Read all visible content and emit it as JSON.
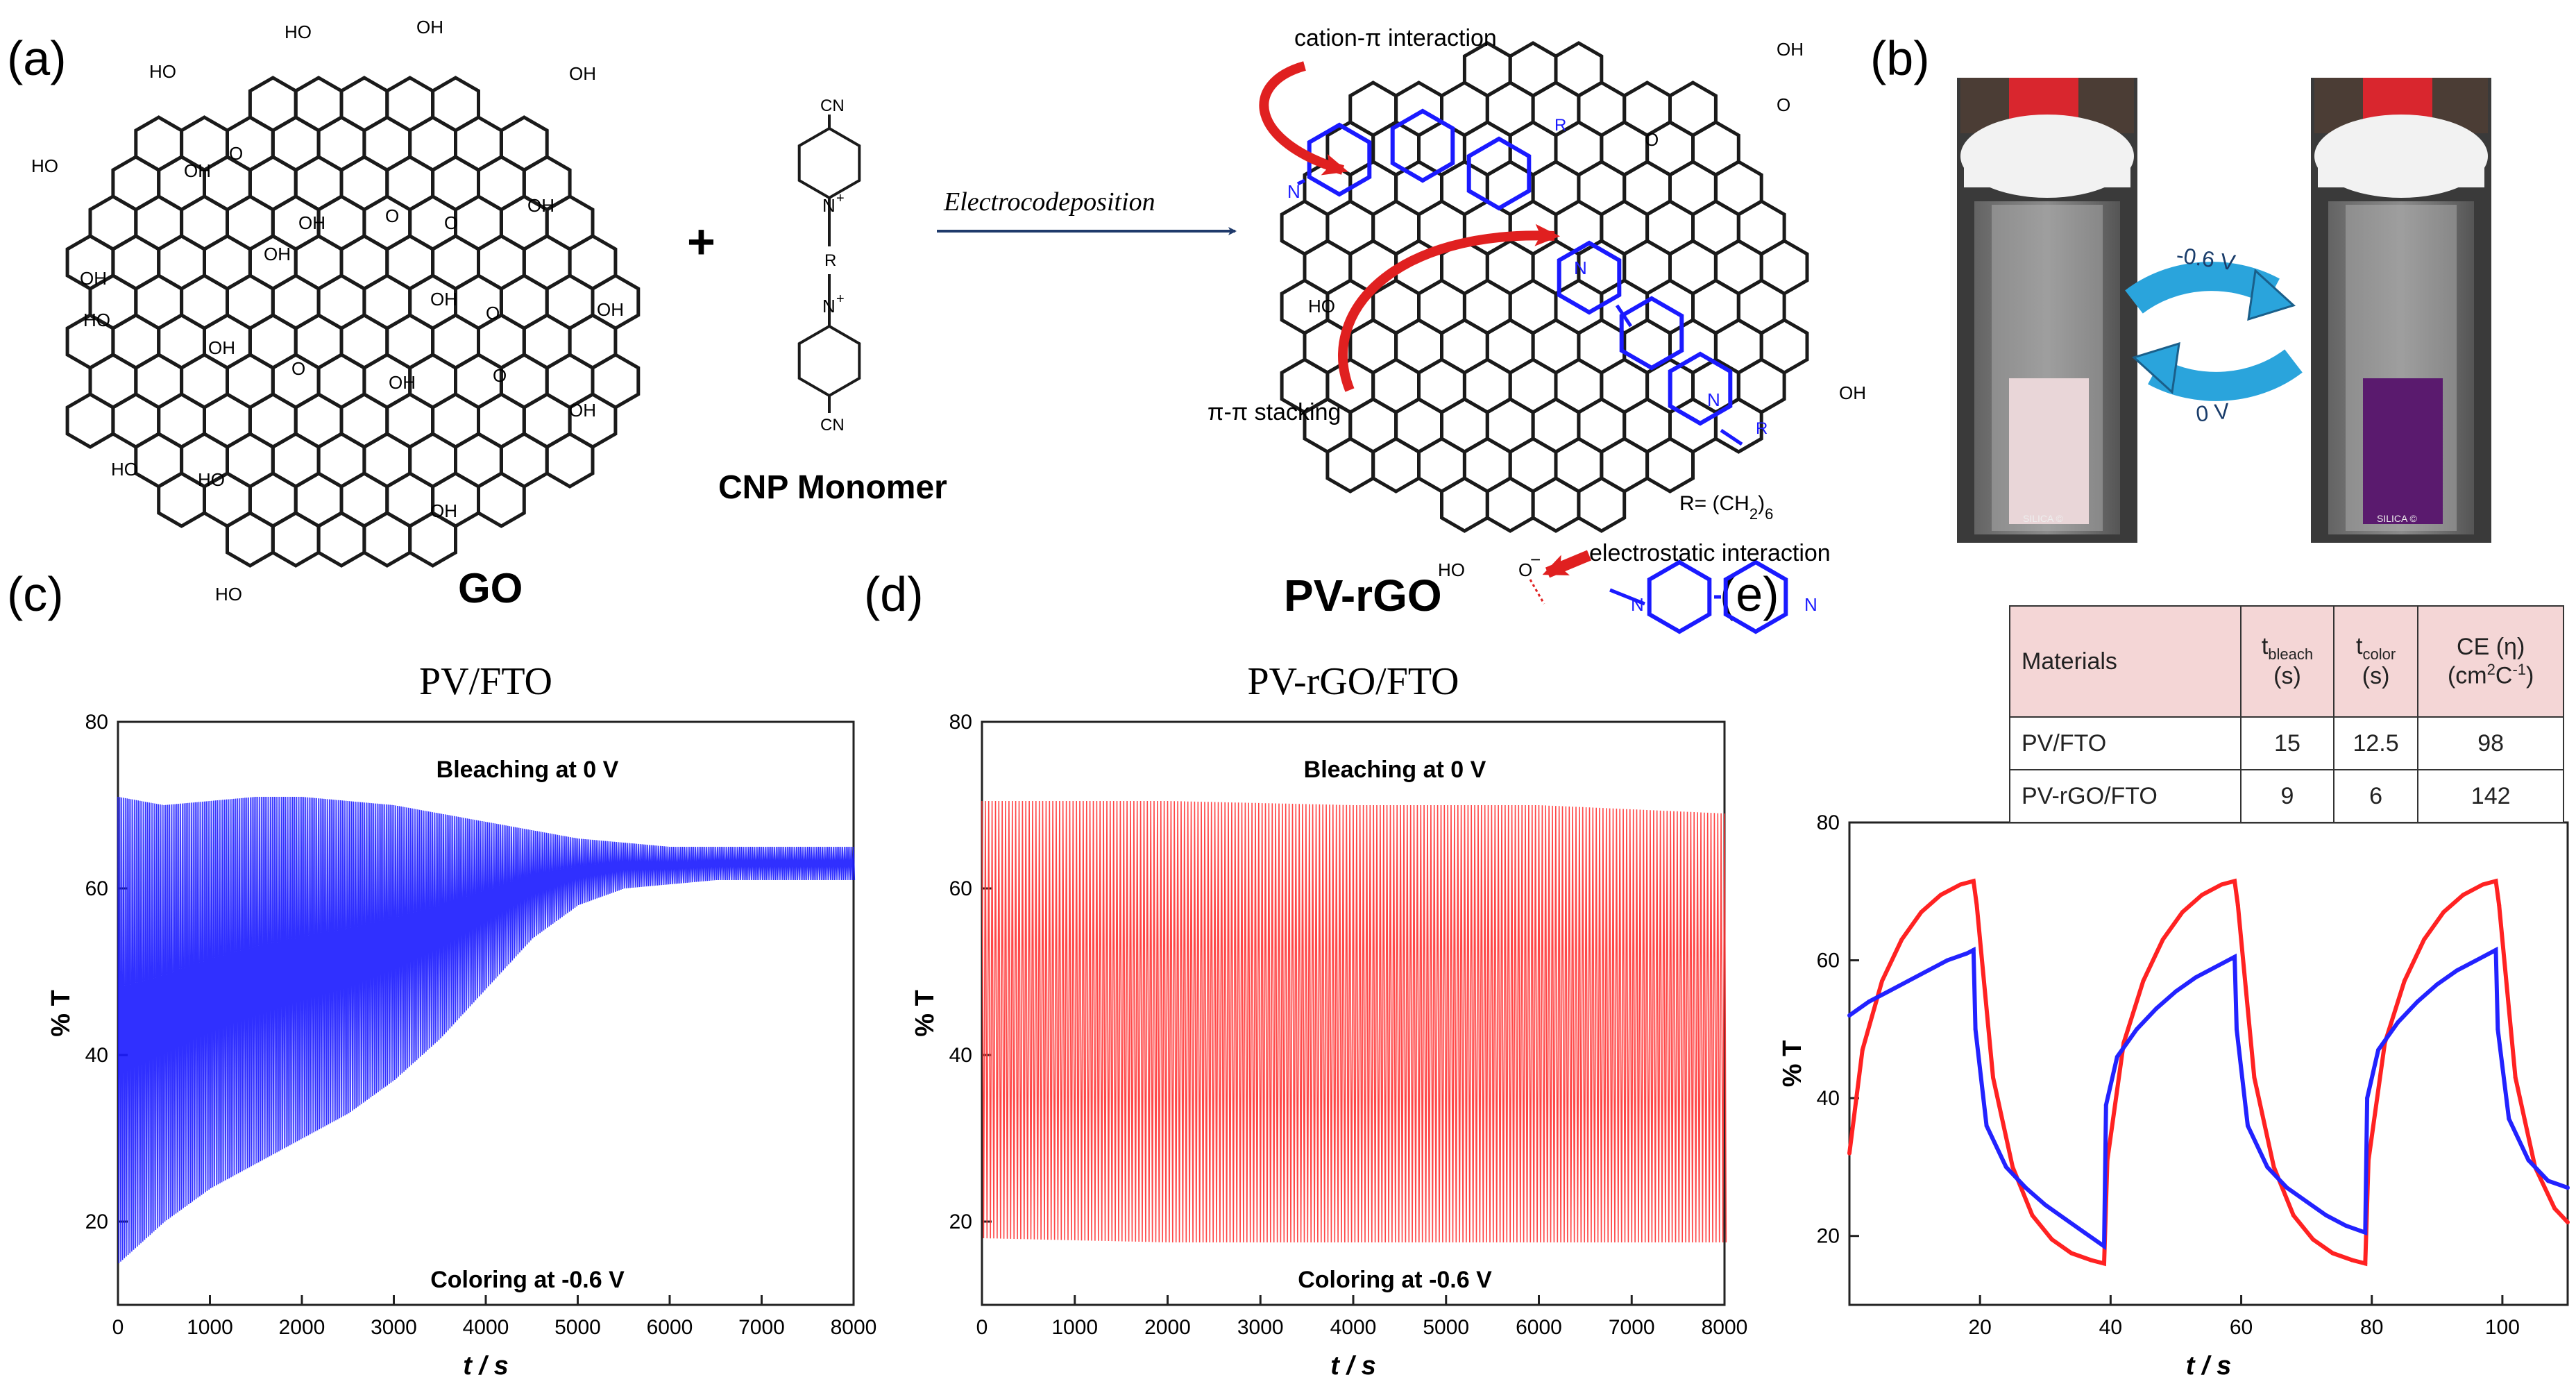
{
  "panels": {
    "a": "(a)",
    "b": "(b)",
    "c": "(c)",
    "d": "(d)",
    "e": "(e)"
  },
  "scheme": {
    "go_label": "GO",
    "monomer_label": "CNP Monomer",
    "product_label": "PV-rGO",
    "plus": "+",
    "arrow_label": "Electrocodeposition",
    "cation_pi": "cation-π interaction",
    "pi_pi": "π-π stacking",
    "electrostatic": "electrostatic interaction",
    "r_def": "R= (CH",
    "r_def_sub": "2",
    "r_def_end": ")",
    "r_def_sub2": "6",
    "cn": "CN",
    "n": "N",
    "r": "R",
    "plus_charge": "+",
    "oh": "OH",
    "ho": "HO",
    "o": "O",
    "o_minus": "O",
    "minus": "−"
  },
  "photos": {
    "to_color_voltage": "-0.6 V",
    "to_bleach_voltage": "0 V",
    "cuvette_brand": "SILICA ©"
  },
  "table": {
    "headers": [
      "Materials",
      "t",
      "bleach",
      "(s)",
      "t",
      "color",
      "(s)",
      "CE (η)",
      "(cm",
      "2",
      "C",
      "-1",
      ")"
    ],
    "rows": [
      [
        "PV/FTO",
        "15",
        "12.5",
        "98"
      ],
      [
        "PV-rGO/FTO",
        "9",
        "6",
        "142"
      ]
    ]
  },
  "chart_data": [
    {
      "type": "line",
      "title": "PV/FTO",
      "xlabel": "t / s",
      "ylabel": "% T",
      "xlim": [
        0,
        8000
      ],
      "ylim": [
        10,
        80
      ],
      "xticks": [
        0,
        1000,
        2000,
        3000,
        4000,
        5000,
        6000,
        7000,
        8000
      ],
      "yticks": [
        20,
        40,
        60,
        80
      ],
      "annotations": [
        "Bleaching at 0 V",
        "Coloring at -0.6 V"
      ],
      "color": "#1a1aff",
      "series": [
        {
          "envelope_upper": {
            "x": [
              0,
              500,
              1000,
              1500,
              2000,
              2500,
              3000,
              3500,
              4000,
              4500,
              5000,
              5500,
              6000,
              6500,
              7000,
              7500,
              8000
            ],
            "y": [
              71,
              70,
              70.5,
              71,
              71,
              70.5,
              70,
              69,
              68,
              67,
              66,
              65.5,
              65,
              65,
              65,
              65,
              65
            ]
          },
          "envelope_lower": {
            "x": [
              0,
              500,
              1000,
              1500,
              2000,
              2500,
              3000,
              3500,
              4000,
              4500,
              5000,
              5500,
              6000,
              6500,
              7000,
              7500,
              8000
            ],
            "y": [
              15,
              20,
              24,
              27,
              30,
              33,
              37,
              42,
              48,
              54,
              58,
              60,
              60.5,
              61,
              61,
              61,
              61
            ]
          }
        }
      ]
    },
    {
      "type": "line",
      "title": "PV-rGO/FTO",
      "xlabel": "t / s",
      "ylabel": "% T",
      "xlim": [
        0,
        8000
      ],
      "ylim": [
        10,
        80
      ],
      "xticks": [
        0,
        1000,
        2000,
        3000,
        4000,
        5000,
        6000,
        7000,
        8000
      ],
      "yticks": [
        20,
        40,
        60,
        80
      ],
      "annotations": [
        "Bleaching at 0 V",
        "Coloring at -0.6 V"
      ],
      "color": "#ff3333",
      "series": [
        {
          "envelope_upper": {
            "x": [
              0,
              2000,
              4000,
              6000,
              8000
            ],
            "y": [
              70.5,
              70.5,
              70,
              70,
              69
            ]
          },
          "envelope_lower": {
            "x": [
              0,
              2000,
              4000,
              6000,
              8000
            ],
            "y": [
              18,
              17.5,
              17.5,
              17.5,
              17.5
            ]
          }
        }
      ]
    },
    {
      "type": "line",
      "title": "",
      "xlabel": "t / s",
      "ylabel": "% T",
      "xlim": [
        0,
        110
      ],
      "ylim": [
        10,
        80
      ],
      "xticks": [
        20,
        40,
        60,
        80,
        100
      ],
      "yticks": [
        20,
        40,
        60,
        80
      ],
      "series": [
        {
          "color": "#ff2222",
          "x": [
            0,
            2,
            5,
            8,
            11,
            14,
            17,
            19,
            19.5,
            22,
            25,
            28,
            31,
            34,
            37,
            39,
            39.5,
            42,
            45,
            48,
            51,
            54,
            57,
            59,
            59.5,
            62,
            65,
            68,
            71,
            74,
            77,
            79,
            79.5,
            82,
            85,
            88,
            91,
            94,
            97,
            99,
            99.5,
            102,
            105,
            108,
            110
          ],
          "y": [
            32,
            47,
            57,
            63,
            67,
            69.5,
            71,
            71.5,
            68,
            43,
            30,
            23,
            19.5,
            17.5,
            16.5,
            16,
            31,
            48,
            57,
            63,
            67,
            69.5,
            71,
            71.5,
            68,
            43,
            30,
            23,
            19.5,
            17.5,
            16.5,
            16,
            31,
            48,
            57,
            63,
            67,
            69.5,
            71,
            71.5,
            68,
            43,
            30,
            24,
            22
          ]
        },
        {
          "color": "#2222ff",
          "x": [
            0,
            3,
            6,
            9,
            12,
            15,
            18,
            19,
            19.3,
            21,
            24,
            27,
            30,
            33,
            36,
            39,
            39.3,
            41,
            44,
            47,
            50,
            53,
            56,
            59,
            59.3,
            61,
            64,
            67,
            70,
            73,
            76,
            79,
            79.3,
            81,
            84,
            87,
            90,
            93,
            96,
            99,
            99.3,
            101,
            104,
            107,
            110
          ],
          "y": [
            52,
            54,
            55.5,
            57,
            58.5,
            60,
            61,
            61.5,
            50,
            36,
            30,
            27,
            24.5,
            22.5,
            20.5,
            18.5,
            39,
            46,
            50,
            53,
            55.5,
            57.5,
            59,
            60.5,
            50,
            36,
            30,
            27,
            25,
            23,
            21.5,
            20.5,
            40,
            47,
            51,
            54,
            56.5,
            58.5,
            60,
            61.5,
            50,
            37,
            31,
            28,
            27
          ]
        }
      ]
    }
  ]
}
